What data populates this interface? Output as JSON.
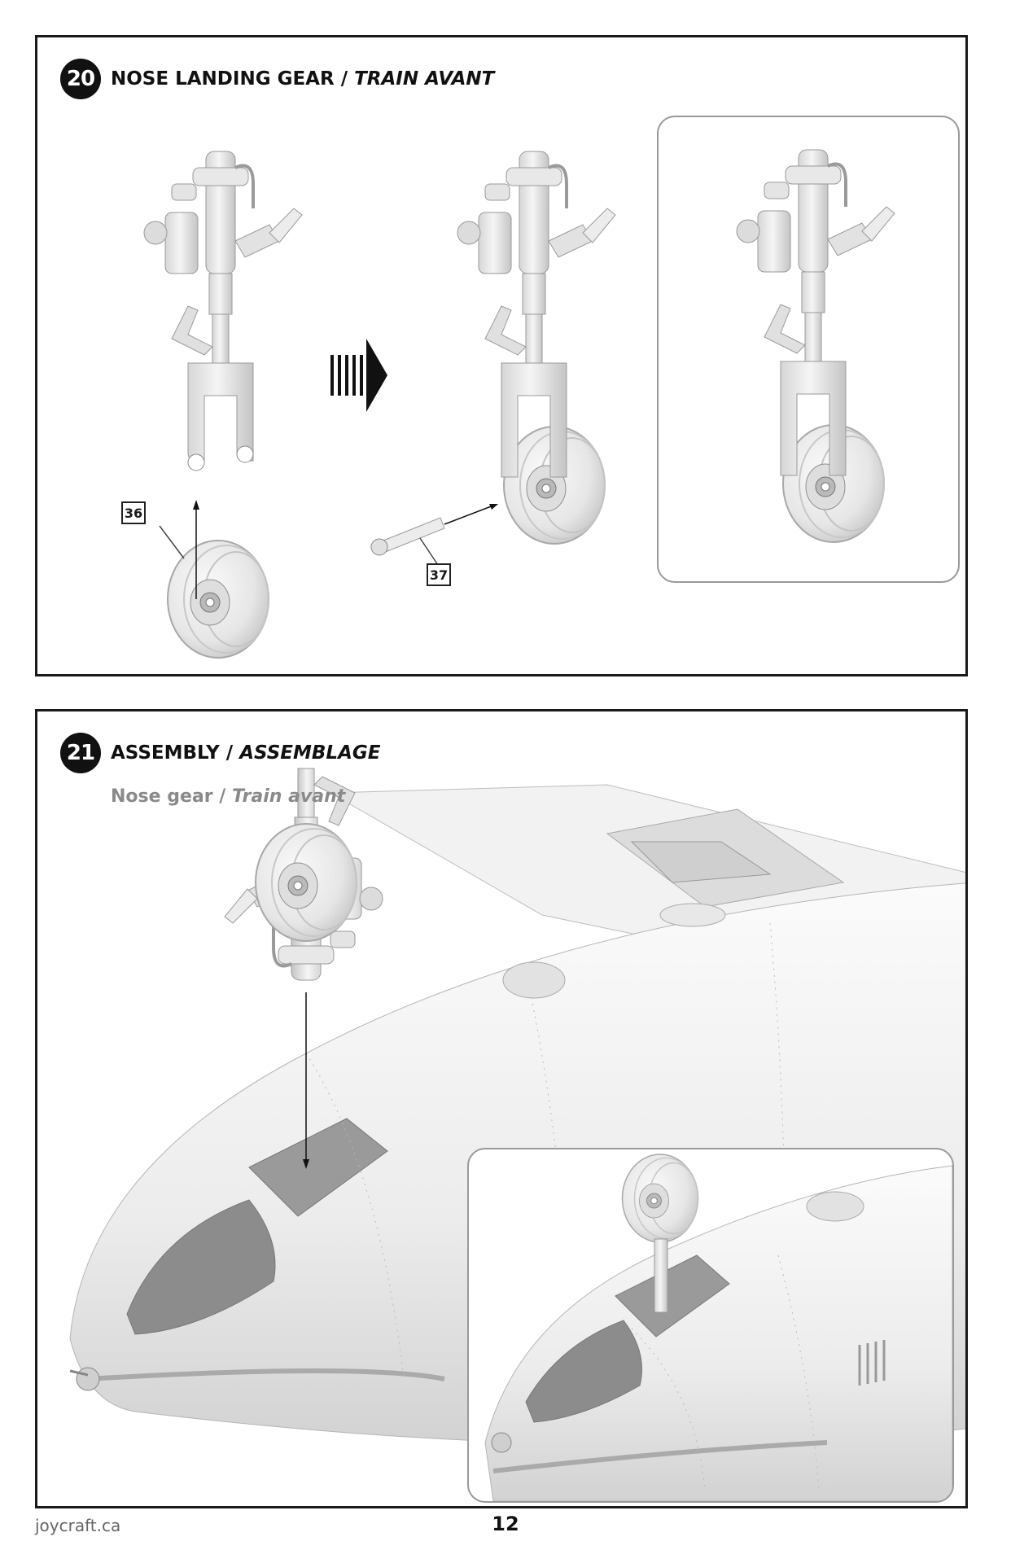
{
  "steps": [
    {
      "number": "20",
      "title_en": "NOSE LANDING GEAR",
      "separator": " / ",
      "title_fr": "TRAIN AVANT",
      "parts": [
        "36",
        "37"
      ]
    },
    {
      "number": "21",
      "title_en": "ASSEMBLY",
      "separator": " / ",
      "title_fr": "ASSEMBLAGE",
      "subtitle_en": "Nose gear",
      "subtitle_fr": "Train avant"
    }
  ],
  "footer": {
    "website": "joycraft.ca",
    "page_number": "12"
  }
}
